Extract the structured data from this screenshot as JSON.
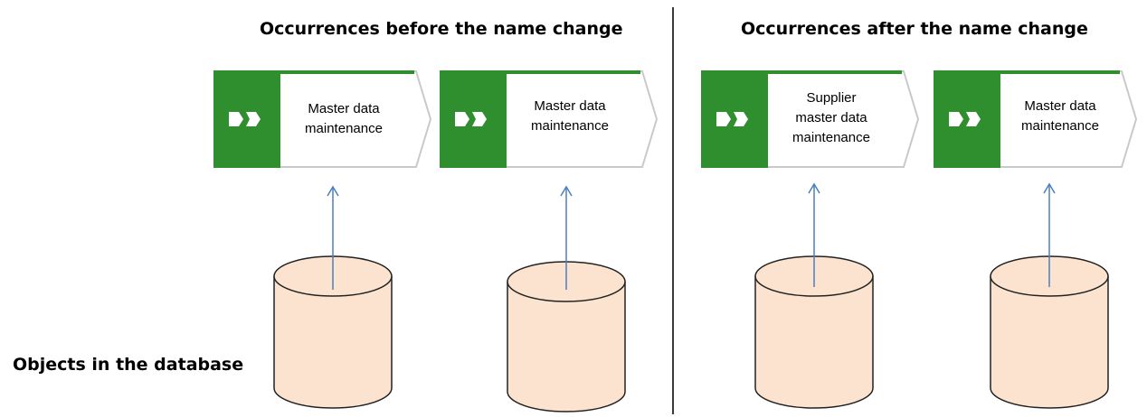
{
  "headings": {
    "before": "Occurrences before the name change",
    "after": "Occurrences after the name change"
  },
  "side_label": "Objects in the database",
  "functions": [
    {
      "lines": [
        "Master data",
        "maintenance"
      ]
    },
    {
      "lines": [
        "Master data",
        "maintenance"
      ]
    },
    {
      "lines": [
        "Supplier",
        "master data",
        "maintenance"
      ]
    },
    {
      "lines": [
        "Master data",
        "maintenance"
      ]
    }
  ],
  "colors": {
    "function_green": "#2f8f2f",
    "function_border": "#c9c9c9",
    "cylinder_fill": "#fbe3cf",
    "cylinder_stroke": "#222222",
    "arrow": "#4a7fc1",
    "divider": "#3a3a3a"
  },
  "icons": {
    "function_icon": "function-chevrons-icon",
    "database_icon": "database-cylinder-icon"
  }
}
